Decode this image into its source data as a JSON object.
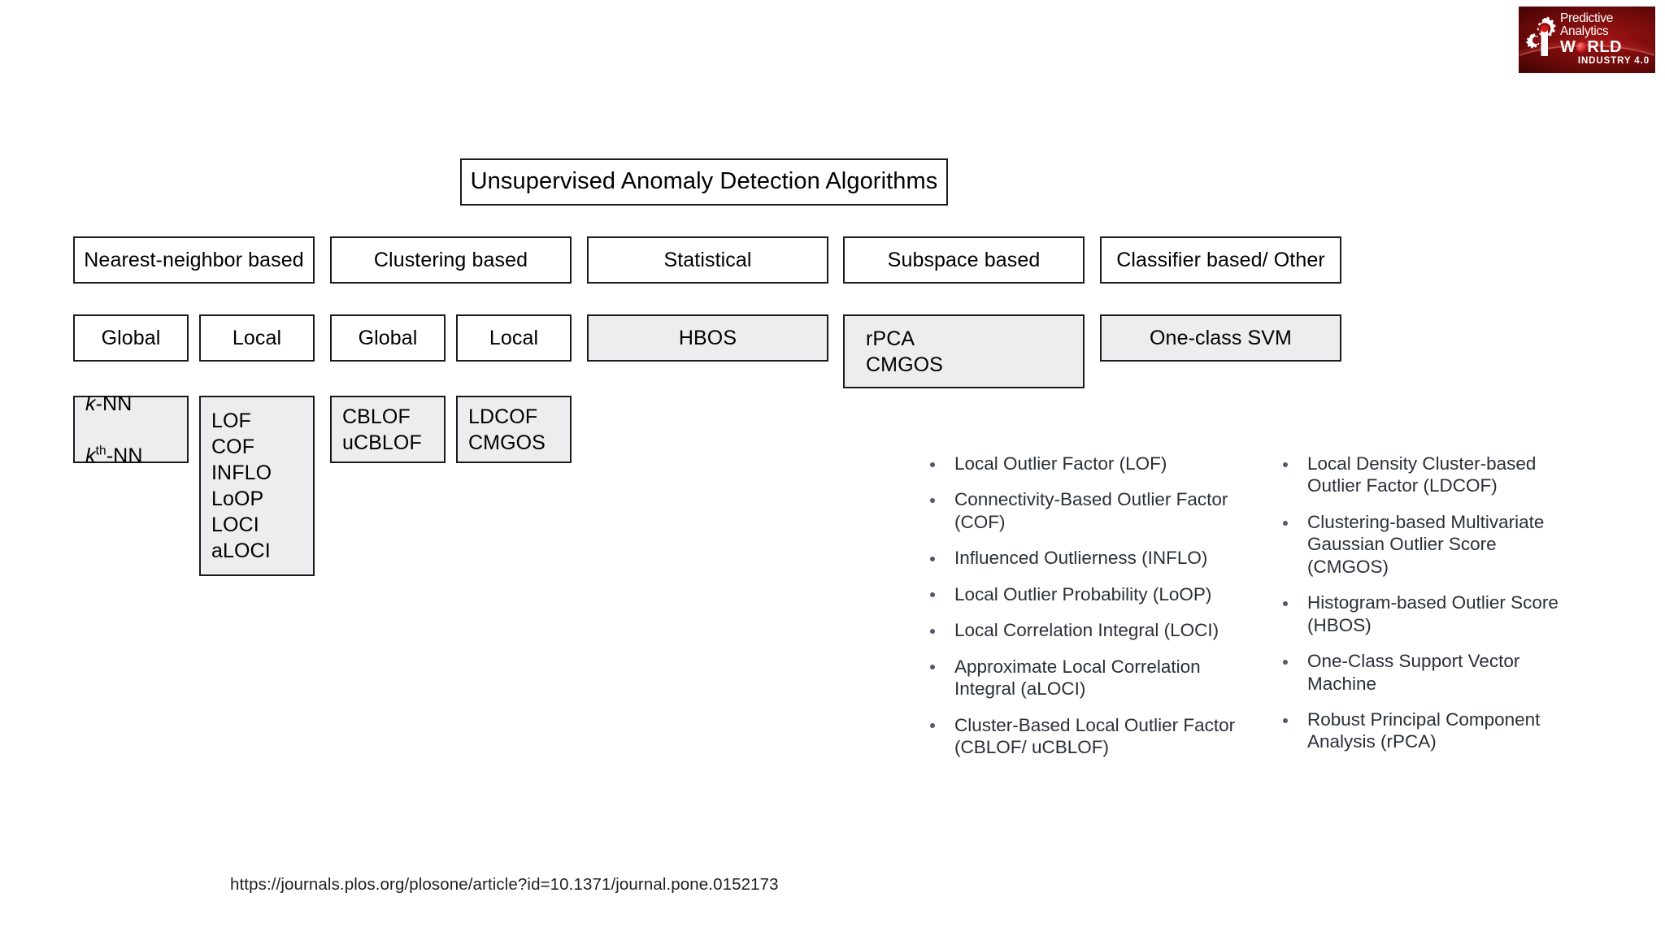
{
  "logo": {
    "line1": "Predictive",
    "line2": "Analytics",
    "world_before": "W",
    "world_after": "RLD",
    "industry": "INDUSTRY 4.0"
  },
  "diagram": {
    "title": "Unsupervised Anomaly Detection Algorithms",
    "categories": [
      {
        "label": "Nearest-neighbor based"
      },
      {
        "label": "Clustering based"
      },
      {
        "label": "Statistical"
      },
      {
        "label": "Subspace based"
      },
      {
        "label": "Classifier based/ Other"
      }
    ],
    "subtypes": [
      {
        "label": "Global"
      },
      {
        "label": "Local"
      },
      {
        "label": "Global"
      },
      {
        "label": "Local"
      },
      {
        "label": "HBOS"
      },
      {
        "label": "rPCA\nCMGOS"
      },
      {
        "label": "One-class SVM"
      }
    ],
    "leaves": [
      {
        "label": "k-NN\nkth-NN",
        "k_line1_sub": "-NN",
        "k_line2_sup": "th",
        "k_line2_sub": "-NN"
      },
      {
        "label": "LOF\nCOF\nINFLO\nLoOP\nLOCI\naLOCI"
      },
      {
        "label": "CBLOF\nuCBLOF"
      },
      {
        "label": "LDCOF\nCMGOS"
      }
    ]
  },
  "legend": {
    "left_column": [
      "Local Outlier Factor (LOF)",
      "Connectivity-Based Outlier Factor (COF)",
      "Influenced Outlierness (INFLO)",
      "Local Outlier Probability (LoOP)",
      "Local Correlation Integral (LOCI)",
      "Approximate Local Correlation Integral (aLOCI)",
      "Cluster-Based Local Outlier Factor (CBLOF/ uCBLOF)"
    ],
    "right_column": [
      "Local Density Cluster-based Outlier Factor (LDCOF)",
      "Clustering-based Multivariate Gaussian Outlier Score (CMGOS)",
      "Histogram-based Outlier Score (HBOS)",
      "One-Class Support Vector Machine",
      "Robust Principal Component Analysis (rPCA)"
    ]
  },
  "source_url": "https://journals.plos.org/plosone/article?id=10.1371/journal.pone.0152173"
}
